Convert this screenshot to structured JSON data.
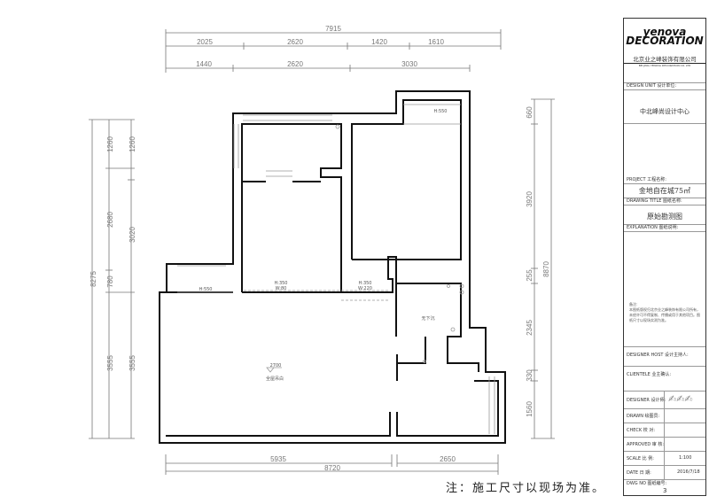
{
  "dimensions": {
    "top_total": "7915",
    "top_row1": [
      "2025",
      "2620",
      "1420",
      "1610"
    ],
    "top_row2": [
      "1440",
      "2620",
      "3030"
    ],
    "left_total": "8275",
    "left_row1": [
      "1260",
      "2680",
      "780",
      "3555"
    ],
    "left_row2": [
      "1260",
      "3020",
      "3555"
    ],
    "right_row": [
      "660",
      "3920",
      "255",
      "2345",
      "330",
      "1560"
    ],
    "right_total": "8870",
    "bottom_row": [
      "5935",
      "2650"
    ],
    "bottom_total": "8720"
  },
  "plan_labels": {
    "balcony_left": "H:550",
    "balcony_top": "H:550",
    "opening1_h": "H:350",
    "opening1_w": "W:80",
    "opening2_h": "H:350",
    "opening2_w": "W:220",
    "bathroom": "无下沉",
    "level": "2700",
    "living": "全屋吊白"
  },
  "title_block": {
    "logo": "yenova DECORATION",
    "company": "北京业之峰装饰有限公司",
    "company_en": "BEI JING YENOVA DECORATION CO. LTD",
    "design_unit_label": "DESIGN UNIT   设计单位:",
    "design_unit": "中北峰尚设计中心",
    "project_label": "PROJECT   工程名称:",
    "project": "金地自在城75㎡",
    "drawing_title_label": "DRAWING TITLE  图纸名称:",
    "drawing_title": "原始勘测图",
    "explanation_label": "EXPLANATION   图纸说明:",
    "remarks_title": "备注:",
    "remarks": "本图纸版权归北京业之峰装饰有限公司所有，未经许可不得复制、传播或用于其他项目。图纸尺寸以现场实测为准。",
    "designer_host_label": "DESIGNER HOST   设计主持人:",
    "client_label": "CLIENTELE     业主确认:",
    "designer_label": "DESIGNER 设计师:",
    "drawn_label": "DRAWN   绘图员:",
    "check_label": "CHECK   校  对:",
    "approved_label": "APPROVED 审  核:",
    "scale_label": "SCALE   比  例:",
    "scale": "1:100",
    "date_label": "DATE    日  期:",
    "date": "2016/7/18",
    "dwg_label": "DWG NO        图纸编号:",
    "dwg_no": "3"
  },
  "note": "注：施工尺寸以现场为准。"
}
